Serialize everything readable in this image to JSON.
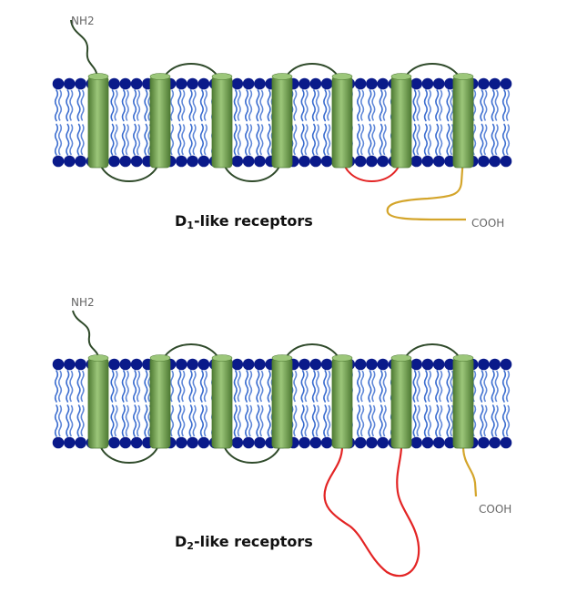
{
  "colors": {
    "head": "#0a1a8a",
    "tail": "#3a6ccf",
    "helix": "#6f9a4a",
    "helix_dark": "#4e7a33",
    "helix_light": "#9cc77a",
    "loop": "#2f4a2a",
    "loop_red": "#e32424",
    "tail_c": "#d4a52b"
  },
  "diagrams": [
    {
      "label_main": "D",
      "label_sub": "1",
      "label_rest": "-like receptors",
      "n_label": "NH2",
      "c_label": "COOH"
    },
    {
      "label_main": "D",
      "label_sub": "2",
      "label_rest": "-like receptors",
      "n_label": "NH2",
      "c_label": "COOH"
    }
  ]
}
